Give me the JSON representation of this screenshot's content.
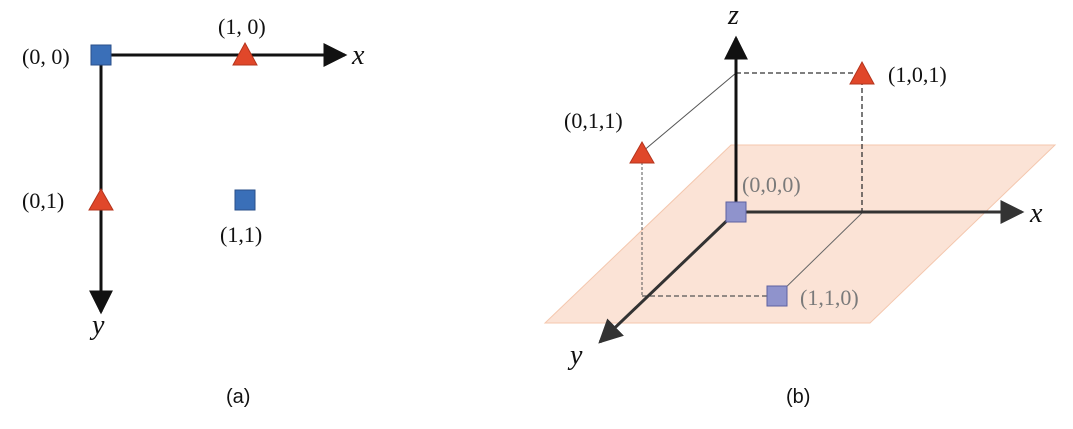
{
  "panel_a": {
    "caption": "(a)",
    "axes": {
      "x": "x",
      "y": "y"
    },
    "points": [
      {
        "label": "(0, 0)",
        "marker": "square",
        "color": "#3a6fb8"
      },
      {
        "label": "(1, 0)",
        "marker": "triangle",
        "color": "#e0472a"
      },
      {
        "label": "(0,1)",
        "marker": "triangle",
        "color": "#e0472a"
      },
      {
        "label": "(1,1)",
        "marker": "square",
        "color": "#3a6fb8"
      }
    ]
  },
  "panel_b": {
    "caption": "(b)",
    "axes": {
      "x": "x",
      "y": "y",
      "z": "z"
    },
    "plane_color": "#fbe3d6",
    "points": [
      {
        "label": "(0,0,0)",
        "marker": "square",
        "color": "#8f93cc"
      },
      {
        "label": "(1,1,0)",
        "marker": "square",
        "color": "#8f93cc"
      },
      {
        "label": "(0,1,1)",
        "marker": "triangle",
        "color": "#e0472a"
      },
      {
        "label": "(1,0,1)",
        "marker": "triangle",
        "color": "#e0472a"
      }
    ]
  }
}
